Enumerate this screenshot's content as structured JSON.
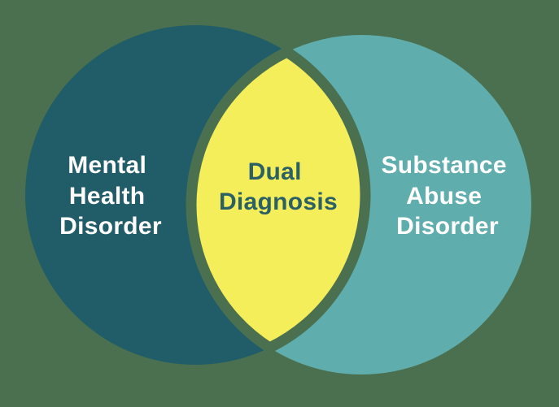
{
  "diagram": {
    "type": "venn-diagram",
    "background_color": "#4a7050",
    "left_circle": {
      "label_lines": [
        "Mental",
        "Health",
        "Disorder"
      ],
      "fill_color": "#215d68",
      "text_color": "#ffffff"
    },
    "right_circle": {
      "label_lines": [
        "Substance",
        "Abuse",
        "Disorder"
      ],
      "fill_color": "#5fadac",
      "text_color": "#ffffff"
    },
    "intersection": {
      "label_lines": [
        "Dual",
        "Diagnosis"
      ],
      "fill_color": "#f5ee5b",
      "border_color": "#4a7050",
      "text_color": "#2b6064"
    }
  }
}
